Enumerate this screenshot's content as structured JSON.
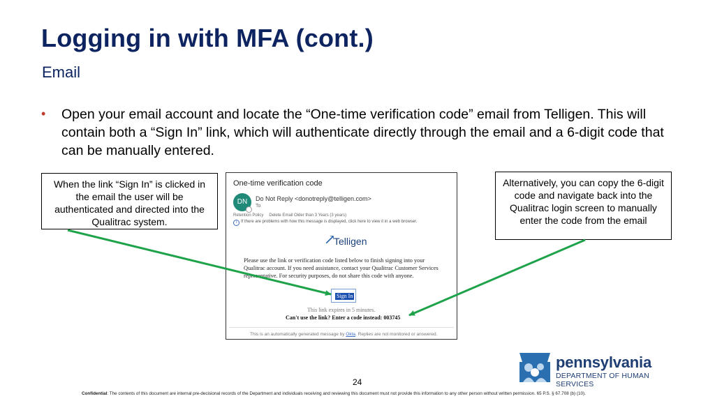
{
  "slide": {
    "title": "Logging in with MFA (cont.)",
    "subtitle": "Email",
    "bullet_marker": "•",
    "bullet_text": "Open your email account and locate the “One-time verification code” email from Telligen. This will contain both a “Sign In” link, which will authenticate directly through the email and a 6-digit code that can be manually entered.",
    "page_number": "24"
  },
  "callouts": {
    "left": "When the link “Sign In” is clicked in the email the user will be authenticated and directed into the Qualitrac system.",
    "right": "Alternatively, you can copy the 6-digit code and navigate back into the Qualitrac login screen to manually enter the code from the email"
  },
  "email": {
    "subject": "One-time verification code",
    "avatar_initials": "DN",
    "sender": "Do Not Reply <donotreply@telligen.com>",
    "to_label": "To",
    "retention_label": "Retention Policy",
    "retention_value": "Delete Email Older than 3 Years (3 years)",
    "info_icon_glyph": "i",
    "info_text": "If there are problems with how this message is displayed, click here to view it in a web browser.",
    "logo_glyph": "↗",
    "logo_text": "Telligen",
    "body_text": "Please use the link or verification code listed below to finish signing into your Qualitrac account. If you need assistance, contact your Qualitrac Customer Services representative. For security purposes, do not share this code with anyone.",
    "signin_link": "Sign In",
    "expires_text": "This link expires in 5 minutes.",
    "code_prompt": "Can't use the link? Enter a code instead:",
    "code": "003745",
    "footer_prefix": "This is an automatically generated message by ",
    "footer_link": "Okta",
    "footer_suffix": ". Replies are not monitored or answered."
  },
  "footer": {
    "confidential_label": "Confidential",
    "confidential_text": ": The contents of this document are internal pre-decisional records of the Department and individuals receiving and reviewing this document must not provide this information to any other person without written permission. 65 P.S. § 67.708 (b) (10)."
  },
  "logo": {
    "name": "pennsylvania",
    "department": "DEPARTMENT OF HUMAN SERVICES"
  },
  "colors": {
    "title": "#0d2461",
    "bullet": "#c0392b",
    "arrow": "#1fa34a",
    "brand": "#1d3d73",
    "avatar": "#1f8a78"
  }
}
